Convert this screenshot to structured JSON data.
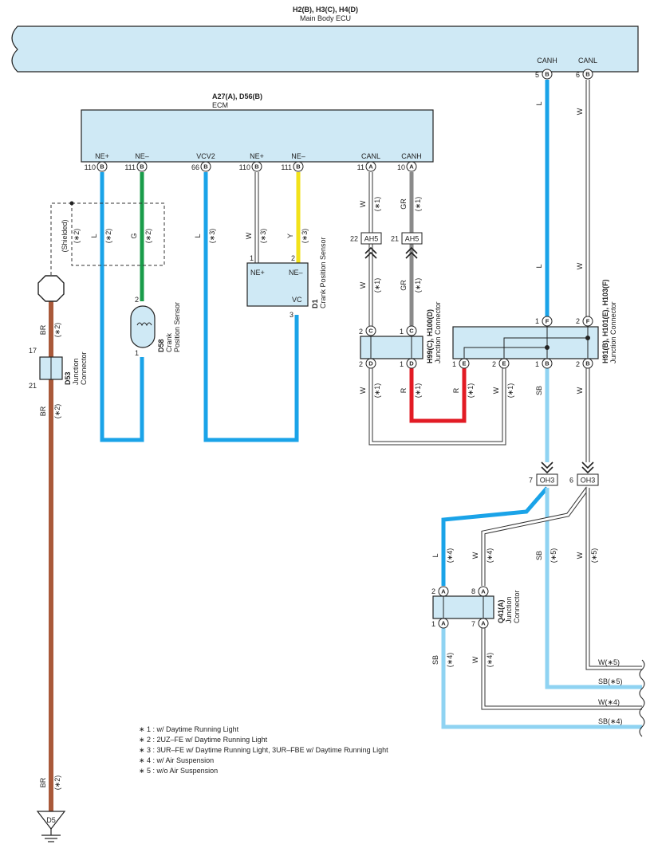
{
  "colors": {
    "L": "#1aa3e8",
    "G": "#1a9c4a",
    "Y": "#f2e21a",
    "R": "#e21b24",
    "BR": "#a9593a",
    "GR": "#8a8a8a",
    "W": "#ffffff",
    "SB": "#8fd3f2",
    "box": "#cfe9f5"
  },
  "main_ecu": {
    "code": "H2(B), H3(C), H4(D)",
    "name": "Main Body ECU",
    "pins": [
      {
        "no": "5",
        "ltr": "B",
        "sig": "CANH"
      },
      {
        "no": "6",
        "ltr": "B",
        "sig": "CANL"
      }
    ]
  },
  "ecm": {
    "code": "A27(A), D56(B)",
    "name": "ECM",
    "pins": [
      {
        "no": "110",
        "ltr": "B",
        "sig": "NE+"
      },
      {
        "no": "111",
        "ltr": "B",
        "sig": "NE–"
      },
      {
        "no": "66",
        "ltr": "B",
        "sig": "VCV2"
      },
      {
        "no": "110",
        "ltr": "B",
        "sig": "NE+"
      },
      {
        "no": "111",
        "ltr": "B",
        "sig": "NE–"
      },
      {
        "no": "11",
        "ltr": "A",
        "sig": "CANL"
      },
      {
        "no": "10",
        "ltr": "A",
        "sig": "CANH"
      }
    ]
  },
  "wire_labels": {
    "l": "L",
    "g": "G",
    "y": "Y",
    "w": "W",
    "gr": "GR",
    "r": "R",
    "sb": "SB",
    "br": "BR",
    "n1": "(∗1)",
    "n2": "(∗2)",
    "n3": "(∗3)",
    "n4": "(∗4)",
    "n5": "(∗5)"
  },
  "shielded": "(Shielded)",
  "d58": {
    "code": "D58",
    "name1": "Crank",
    "name2": "Position Sensor",
    "pin_top": "2",
    "pin_bot": "1"
  },
  "d1": {
    "code": "D1",
    "name": "Crank Position Sensor",
    "pin_ne_plus_no": "1",
    "pin_ne_minus_no": "2",
    "pin_vc_no": "3",
    "ne_plus": "NE+",
    "ne_minus": "NE–",
    "vc": "VC"
  },
  "d53": {
    "code": "D53",
    "name1": "Junction",
    "name2": "Connector",
    "pin_top": "17",
    "pin_bot": "21"
  },
  "d5": "D5",
  "ah5": {
    "label": "AH5",
    "pin_l": "22",
    "pin_r": "21"
  },
  "oh3": {
    "label": "OH3",
    "pin_l": "7",
    "pin_r": "6"
  },
  "h99": {
    "code": "H99(C), H100(D)",
    "name": "Junction Connector",
    "tl_no": "2",
    "tl": "C",
    "tr_no": "1",
    "tr": "C",
    "bl_no": "2",
    "bl": "D",
    "br_no": "1",
    "br": "D"
  },
  "h91": {
    "code": "H91(B), H101(E), H103(F)",
    "name": "Junction Connector",
    "top": [
      {
        "no": "1",
        "ltr": "F"
      },
      {
        "no": "2",
        "ltr": "F"
      }
    ],
    "bot": [
      {
        "no": "1",
        "ltr": "E"
      },
      {
        "no": "2",
        "ltr": "E"
      },
      {
        "no": "1",
        "ltr": "B"
      },
      {
        "no": "2",
        "ltr": "B"
      }
    ]
  },
  "q41": {
    "code": "Q41(A)",
    "name1": "Junction",
    "name2": "Connector",
    "tl_no": "2",
    "tl": "A",
    "tr_no": "8",
    "tr": "A",
    "bl_no": "1",
    "bl": "A",
    "br_no": "7",
    "br": "A"
  },
  "right_labels": [
    "W(∗5)",
    "SB(∗5)",
    "W(∗4)",
    "SB(∗4)"
  ],
  "notes": [
    "∗ 1 : w/ Daytime Running Light",
    "∗ 2 : 2UZ–FE w/ Daytime Running Light",
    "∗ 3 : 3UR–FE w/ Daytime Running Light,  3UR–FBE w/ Daytime Running Light",
    "∗ 4 : w/ Air Suspension",
    "∗ 5 : w/o Air Suspension"
  ]
}
